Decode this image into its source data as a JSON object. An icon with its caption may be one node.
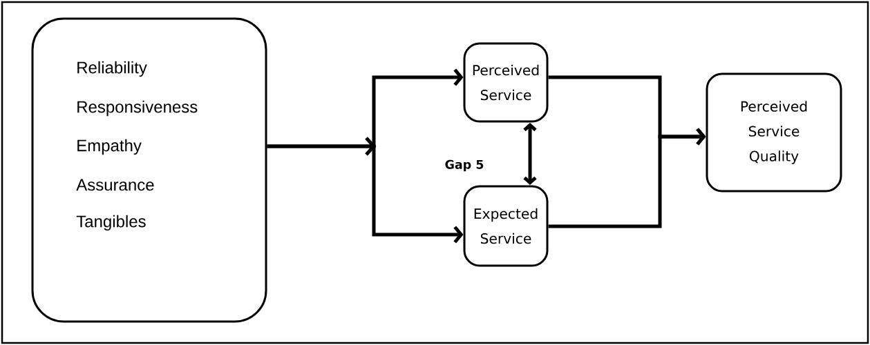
{
  "diagram": {
    "nodes": [
      {
        "text": [
          "Reliability",
          "Responsiveness",
          "Empathy",
          "Assurance",
          "Tangibles"
        ]
      },
      {
        "text": [
          "Perceived Service"
        ]
      },
      {
        "text": [
          "Expected Service"
        ]
      },
      {
        "text": [
          "Perceived Service Quality"
        ]
      }
    ],
    "edges": [
      {
        "from": 0,
        "to": 1,
        "arrow": "to"
      },
      {
        "from": 0,
        "to": 2,
        "arrow": "to"
      },
      {
        "from": 1,
        "to": 2,
        "arrow": "both",
        "label": "Gap 5"
      },
      {
        "from": 1,
        "to": 3,
        "arrow": "to"
      },
      {
        "from": 2,
        "to": 3,
        "arrow": "to"
      }
    ]
  }
}
